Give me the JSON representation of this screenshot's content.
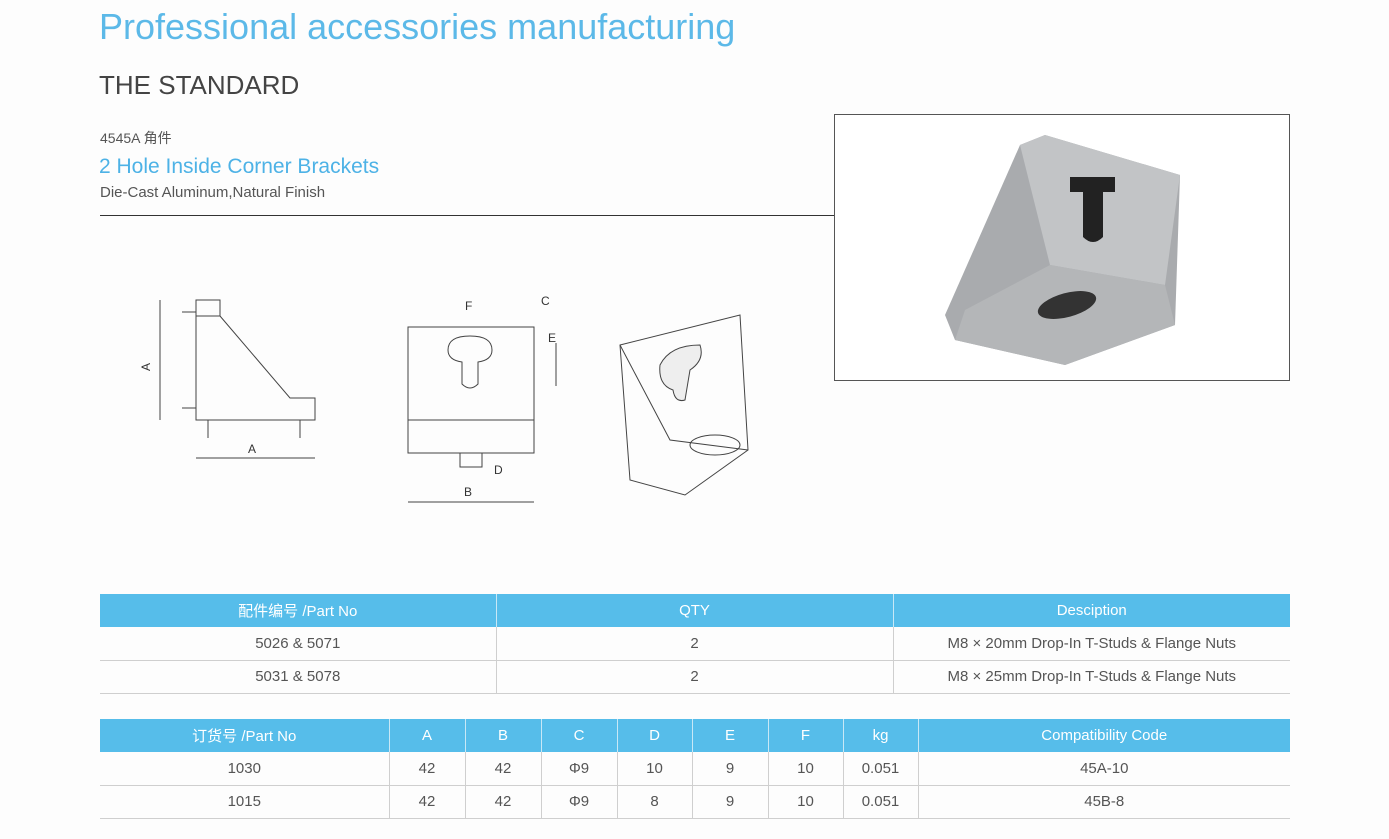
{
  "header": {
    "title": "Professional accessories manufacturing",
    "section": "THE STANDARD"
  },
  "product": {
    "code": "4545A 角件",
    "name": "2 Hole Inside Corner Brackets",
    "material": "Die-Cast Aluminum,Natural Finish"
  },
  "drawing_labels": {
    "side_a_vertical": "A",
    "side_a_horizontal": "A",
    "front_f": "F",
    "front_c": "C",
    "front_e": "E",
    "front_d": "D",
    "front_b": "B"
  },
  "hardware_table": {
    "headers": [
      "配件编号 /Part No",
      "QTY",
      "Desciption"
    ],
    "rows": [
      [
        "5026 & 5071",
        "2",
        "M8 × 20mm Drop-In T-Studs & Flange Nuts"
      ],
      [
        "5031 & 5078",
        "2",
        "M8 × 25mm Drop-In T-Studs & Flange Nuts"
      ]
    ]
  },
  "spec_table": {
    "headers": [
      "订货号 /Part No",
      "A",
      "B",
      "C",
      "D",
      "E",
      "F",
      "kg",
      "Compatibility Code"
    ],
    "rows": [
      [
        "1030",
        "42",
        "42",
        "Φ9",
        "10",
        "9",
        "10",
        "0.051",
        "45A-10"
      ],
      [
        "1015",
        "42",
        "42",
        "Φ9",
        "8",
        "9",
        "10",
        "0.051",
        "45B-8"
      ]
    ]
  }
}
